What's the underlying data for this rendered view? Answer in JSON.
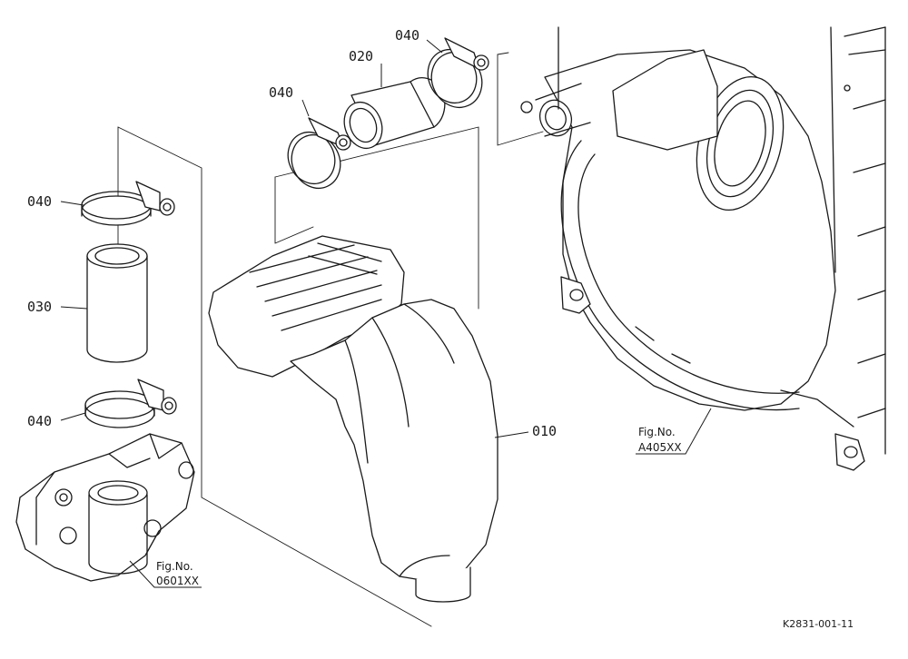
{
  "callouts": {
    "hose_clamp_top_right": "040",
    "hose_clamp_top_left": "040",
    "hose_upper": "020",
    "hose_clamp_left_top": "040",
    "hose_lower": "030",
    "hose_clamp_left_bottom": "040",
    "air_cleaner": "010"
  },
  "references": {
    "fig_left": {
      "line1": "Fig.No.",
      "line2": "0601XX"
    },
    "fig_right": {
      "line1": "Fig.No.",
      "line2": "A405XX"
    }
  },
  "drawing_code": "K2831-001-11"
}
